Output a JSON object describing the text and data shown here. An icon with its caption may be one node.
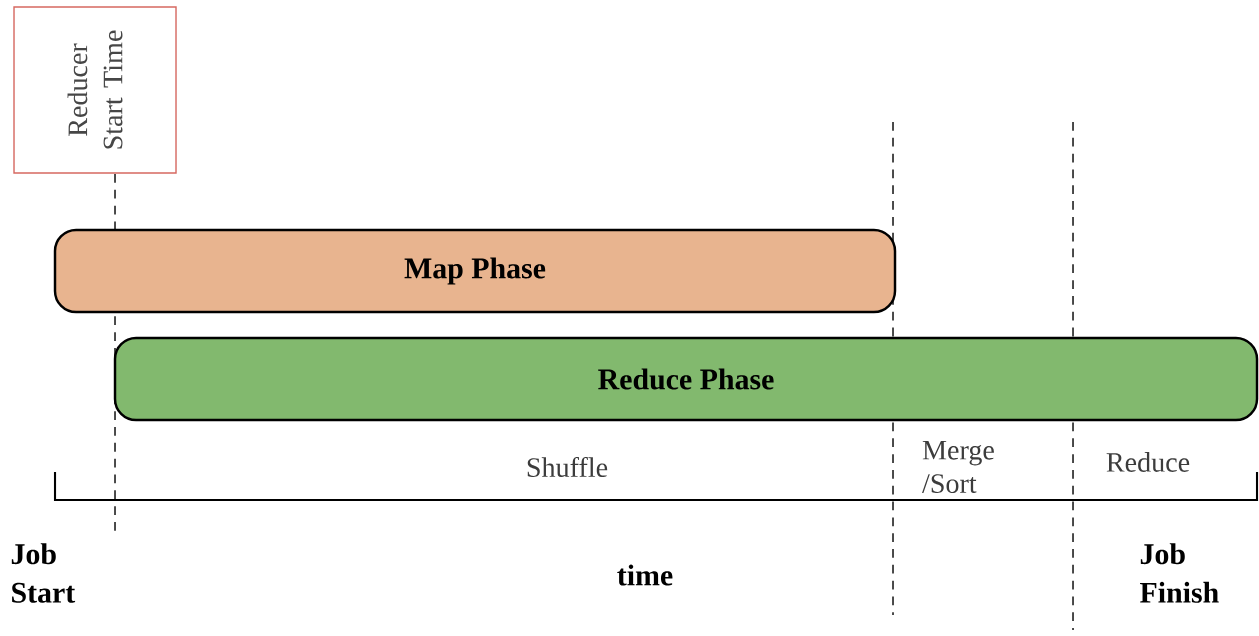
{
  "diagram": {
    "nodes": [
      {
        "text": [
          "Reducer Start Time"
        ]
      },
      {
        "text": [
          "Map Phase"
        ]
      },
      {
        "text": [
          "Reduce Phase"
        ]
      }
    ],
    "edges": [],
    "labels": [
      "Shuffle",
      "Merge /Sort",
      "Reduce",
      "Job Start",
      "time",
      "Job Finish"
    ]
  }
}
